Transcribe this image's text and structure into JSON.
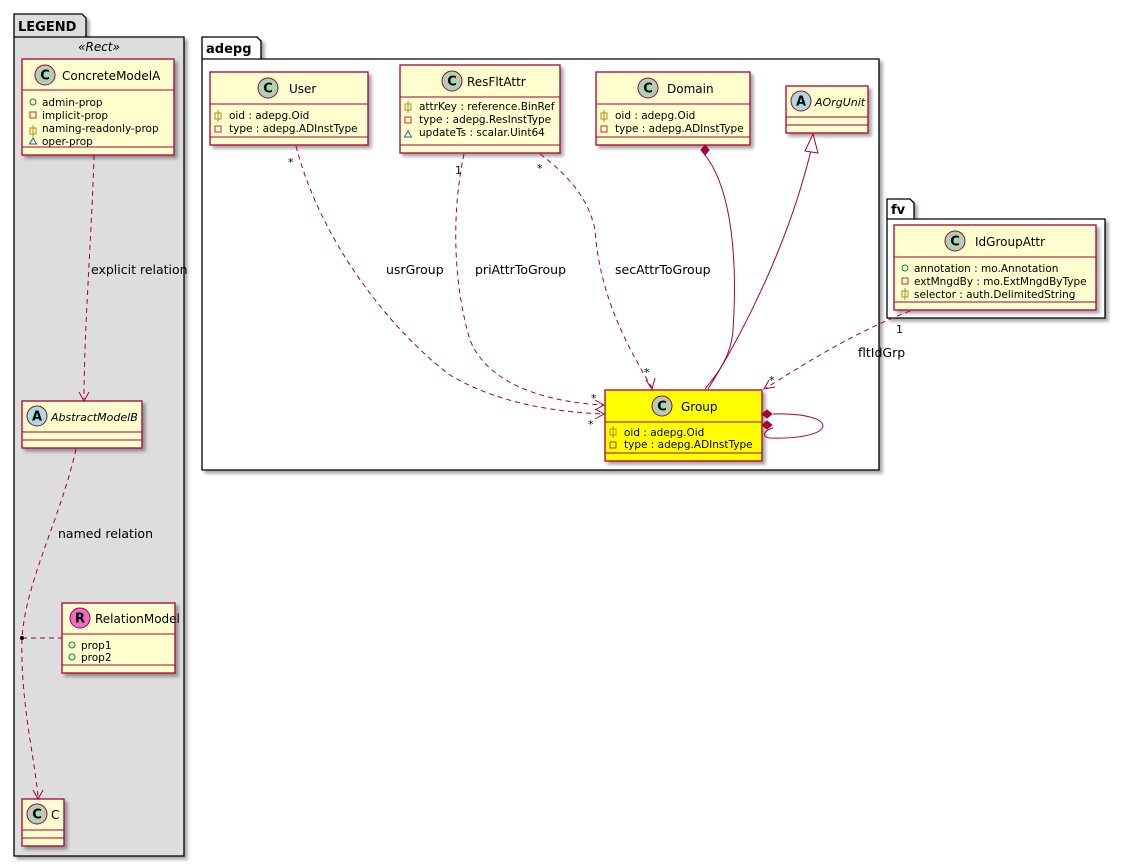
{
  "legend": {
    "package": "LEGEND",
    "stereotype": "«Rect»",
    "concrete_model": {
      "name": "ConcreteModelA",
      "badge": "C",
      "attrs": [
        {
          "vis": "+",
          "text": "admin-prop"
        },
        {
          "vis": "-",
          "text": "implicit-prop"
        },
        {
          "vis": "#",
          "text": "naming-readonly-prop"
        },
        {
          "vis": "~",
          "text": "oper-prop"
        }
      ]
    },
    "abstract_model": {
      "name": "AbstractModelB",
      "badge": "A"
    },
    "relation_model": {
      "name": "RelationModel",
      "badge": "R",
      "attrs": [
        {
          "vis": "+",
          "text": "prop1"
        },
        {
          "vis": "+",
          "text": "prop2"
        }
      ]
    },
    "c_model": {
      "name": "C",
      "badge": "C"
    },
    "explicit_relation": "explicit relation",
    "named_relation": "named relation"
  },
  "adepg": {
    "package": "adepg",
    "user": {
      "name": "User",
      "badge": "C",
      "attrs": [
        {
          "vis": "#",
          "text": "oid : adepg.Oid"
        },
        {
          "vis": "-",
          "text": "type : adepg.ADInstType"
        }
      ]
    },
    "resfltattr": {
      "name": "ResFltAttr",
      "badge": "C",
      "attrs": [
        {
          "vis": "#",
          "text": "attrKey : reference.BinRef"
        },
        {
          "vis": "-",
          "text": "type : adepg.ResInstType"
        },
        {
          "vis": "~",
          "text": "updateTs : scalar.Uint64"
        }
      ]
    },
    "domain": {
      "name": "Domain",
      "badge": "C",
      "attrs": [
        {
          "vis": "#",
          "text": "oid : adepg.Oid"
        },
        {
          "vis": "-",
          "text": "type : adepg.ADInstType"
        }
      ]
    },
    "aorgunit": {
      "name": "AOrgUnit",
      "badge": "A"
    },
    "group": {
      "name": "Group",
      "badge": "C",
      "attrs": [
        {
          "vis": "#",
          "text": "oid : adepg.Oid"
        },
        {
          "vis": "-",
          "text": "type : adepg.ADInstType"
        }
      ]
    },
    "rel_usr": "usrGroup",
    "rel_pri": "priAttrToGroup",
    "rel_sec": "secAttrToGroup"
  },
  "fv": {
    "package": "fv",
    "idgroupattr": {
      "name": "IdGroupAttr",
      "badge": "C",
      "attrs": [
        {
          "vis": "+",
          "text": "annotation : mo.Annotation"
        },
        {
          "vis": "-",
          "text": "extMngdBy : mo.ExtMngdByType"
        },
        {
          "vis": "#",
          "text": "selector : auth.DelimitedString"
        }
      ]
    },
    "rel_flt": "fltIdGrp"
  },
  "cardinalities": {
    "star": "*",
    "one": "1"
  },
  "colors": {
    "class_fill": "#FEFECE",
    "class_border": "#A80036",
    "group_fill": "#FFFF00",
    "legend_fill": "#DDDDDD",
    "badge_class": "#ADD1B2",
    "badge_abstract": "#A9DCDF",
    "badge_relation": "#EB6EC9",
    "vis_public": "#038048",
    "vis_private": "#C82930",
    "vis_protected": "#B38D22",
    "vis_package": "#1963A0"
  }
}
